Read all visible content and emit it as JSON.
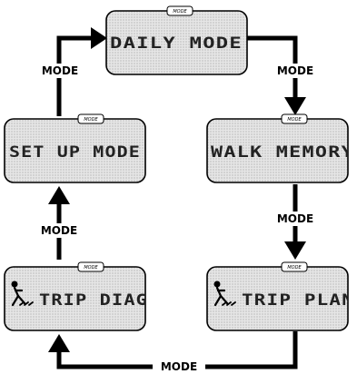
{
  "screens": {
    "daily": {
      "label": "DAILY MODE",
      "tab": "MODE"
    },
    "walk": {
      "label": "WALK MEMORY",
      "tab": "MODE"
    },
    "plan": {
      "label": "TRIP PLAN",
      "tab": "MODE"
    },
    "diag": {
      "label": "TRIP DIAG",
      "tab": "MODE"
    },
    "setup": {
      "label": "SET UP MODE",
      "tab": "MODE"
    }
  },
  "arrows": {
    "daily_to_walk": "MODE",
    "walk_to_plan": "MODE",
    "plan_to_diag": "MODE",
    "diag_to_setup": "MODE",
    "setup_to_daily": "MODE"
  },
  "colors": {
    "lcd_bg": "#e4e4e4",
    "grid": "#c4c4c4",
    "ink": "#000000"
  }
}
